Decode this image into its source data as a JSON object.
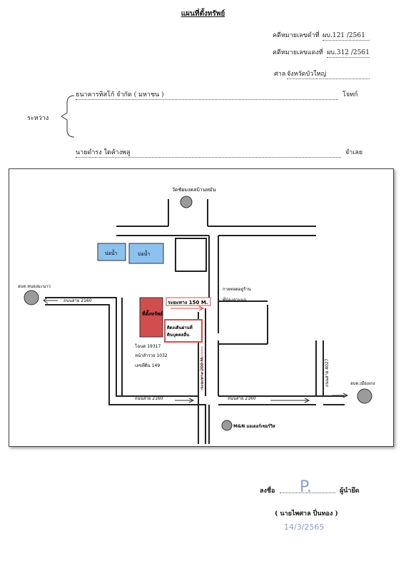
{
  "title": "แผนที่ตั้งทรัพย์",
  "case": {
    "black_label": "คดีหมายเลขดำที่",
    "black_value": "ผบ.121 /2561",
    "red_label": "คดีหมายเลขแดงที่",
    "red_value": "ผบ.312 /2561",
    "court_label": "ศาล",
    "court_value": "จังหวัดบัวใหญ่"
  },
  "parties": {
    "between_label": "ระหว่าง",
    "plaintiff_name": "ธนาคารทิสโก้ จำกัด ( มหาชน )",
    "plaintiff_role": "โจทก์",
    "defendant_name": "นายดำรง ใตค้างพลู",
    "defendant_role": "จำเลย"
  },
  "map": {
    "temple_label": "วัดชัยมงคลบ้านหมัน",
    "pond1_label": "บ่อน้ำ",
    "pond2_label": "บ่อน้ำ",
    "left_place": "อบต.หนองมะนาว",
    "right_place": "อบต.เมืองเกง",
    "road_2160_top_left": "ถนนสาย 2160",
    "road_2160_bottom_left": "ถนนสาย 2160",
    "road_2160_bottom_right": "ถนนสาย 2160",
    "road_4027": "ถนนสาย 4027",
    "distance_150": "ระยะทาง 150 M.",
    "distance_200": "ระยะทาง 200 M.",
    "property_label": "ที่ตั้งทรัพย์",
    "neighbor_label_1": "ติดงเดินผ่านที่",
    "neighbor_label_2": "ดินบุคคลอื่น",
    "shop_label_1": "กายทอดอยู่ร้าน",
    "shop_label_2": "พี่น้องสามมอ",
    "deed_1": "โฉนด 19317",
    "deed_2": "หน้าสำรวจ 1032",
    "deed_3": "เลขที่ดิน 149",
    "mn_label": "M&N มอเตอร์เซอร์วิส",
    "colors": {
      "pond": "#8cc2ee",
      "property": "#d24e4e",
      "road": "#222222"
    }
  },
  "signature": {
    "sign_label": "ลงชื่อ",
    "scribble": "P.",
    "role": "ผู้นำยึด",
    "name": "( นายไพศาล ปิ่นทอง )",
    "date": "14/3/2565"
  }
}
